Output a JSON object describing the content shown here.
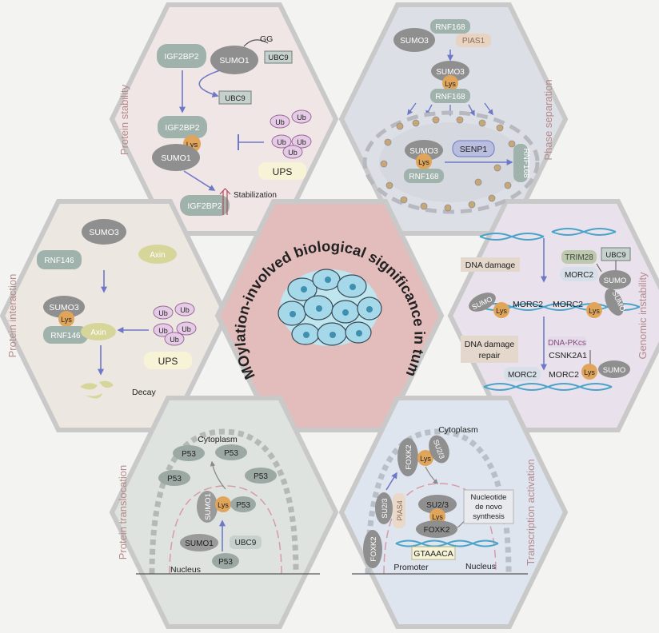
{
  "center": {
    "title": "SUMOylation-involved biological significance in tumors"
  },
  "protein_stability": {
    "title": "Protein stability",
    "igf2bp2": "IGF2BP2",
    "sumo1": "SUMO1",
    "gg": "GG",
    "ubc9": "UBC9",
    "lys": "Lys",
    "ub": "Ub",
    "ups": "UPS",
    "stabilization": "Stabilization"
  },
  "phase_separation": {
    "title": "Phase separation",
    "rnf168": "RNF168",
    "sumo3": "SUMO3",
    "pias1": "PIAS1",
    "lys": "Lys",
    "senp1": "SENP1"
  },
  "protein_interaction": {
    "title": "Protein interaction",
    "sumo3": "SUMO3",
    "rnf146": "RNF146",
    "axin": "Axin",
    "lys": "Lys",
    "ub": "Ub",
    "ups": "UPS",
    "decay": "Decay"
  },
  "genomic_instability": {
    "title": "Genomic instability",
    "dna_damage": "DNA damage",
    "trim28": "TRIM28",
    "ubc9": "UBC9",
    "morc2": "MORC2",
    "sumo": "SUMO",
    "lys": "Lys",
    "dna_damage_repair": "DNA damage repair",
    "dna_pkcs": "DNA-PKcs",
    "csnk2a1": "CSNK2A1"
  },
  "protein_translocation": {
    "title": "Protein translocation",
    "cytoplasm": "Cytoplasm",
    "p53": "P53",
    "sumo1": "SUMO1",
    "lys": "Lys",
    "ubc9": "UBC9",
    "nucleus": "Nucleus"
  },
  "transcription_activation": {
    "title": "Transcription activation",
    "cytoplasm": "Cytoplasm",
    "foxk2": "FOXK2",
    "su23": "SU2/3",
    "pias4": "PIAS4",
    "lys": "Lys",
    "nucleotide": "Nucleotide de novo synthesis",
    "gtaaaca": "GTAAACA",
    "promoter": "Promoter",
    "nucleus": "Nucleus"
  },
  "colors": {
    "ps_bg": "#f1e6e6",
    "phase_bg": "#dcdfe6",
    "pi_bg": "#ece7e0",
    "gi_bg": "#e9e2ec",
    "pt_bg": "#dfe3df",
    "ta_bg": "#dee5ee",
    "center_bg": "#e3bcbc",
    "sumo_gray": "#8f8f8f",
    "protein_sage": "#9fb2ac",
    "lys_orange": "#e0a55a",
    "arrow_blue": "#6f78c8",
    "ub_pink": "#e6cbe6",
    "cell_blue": "#a5d8e8"
  }
}
